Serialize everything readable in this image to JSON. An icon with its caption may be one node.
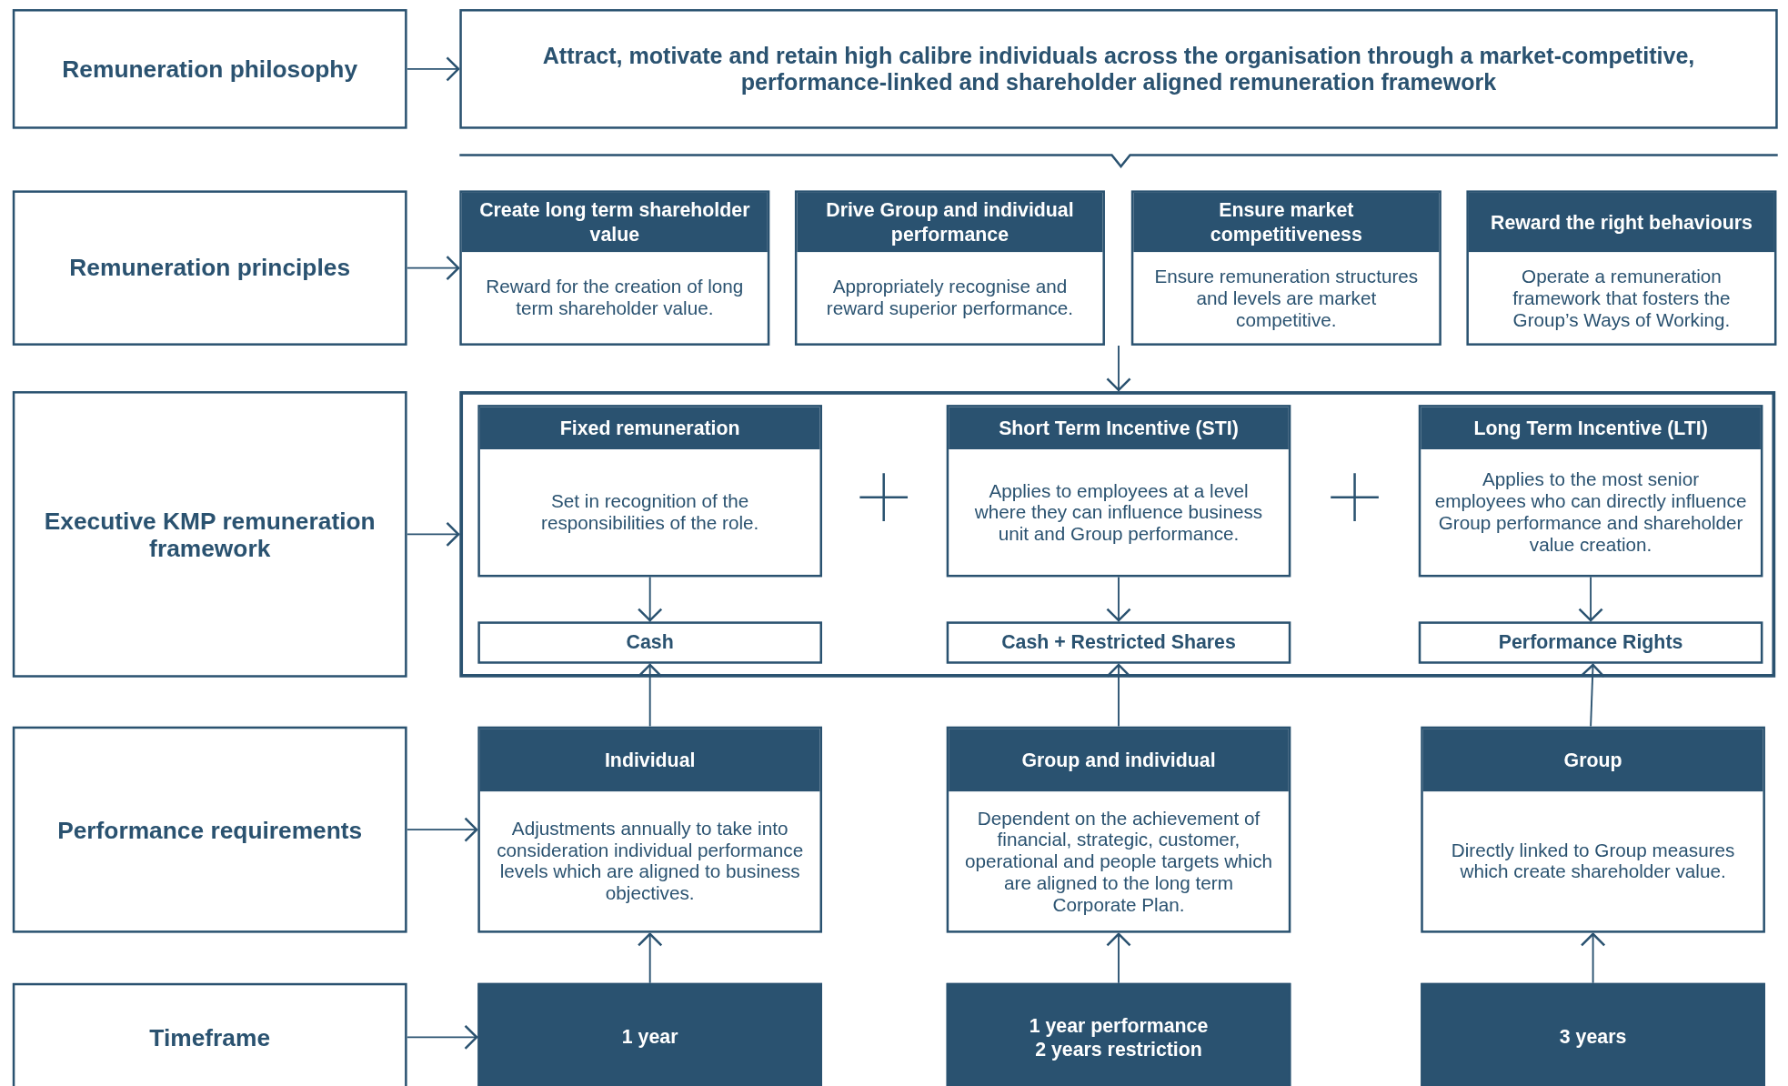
{
  "diagram": {
    "nodes": [
      {
        "text": [
          "Remuneration philosophy"
        ]
      },
      {
        "text": [
          "Attract, motivate and retain high calibre individuals across the organisation through a market-competitive, performance-linked and shareholder aligned remuneration framework"
        ]
      },
      {
        "text": [
          "Remuneration principles"
        ]
      },
      {
        "text": [
          "Create long term shareholder value",
          "Reward for the creation of long term shareholder value."
        ]
      },
      {
        "text": [
          "Drive Group and individual performance",
          "Appropriately recognise and reward superior performance."
        ]
      },
      {
        "text": [
          "Ensure market competitiveness",
          "Ensure remuneration structures and levels are market competitive."
        ]
      },
      {
        "text": [
          "Reward the right behaviours",
          "Operate a remuneration framework that fosters the Group’s Ways of Working."
        ]
      },
      {
        "text": [
          "Executive KMP remuneration framework"
        ]
      },
      {
        "text": [],
        "shape": "box"
      },
      {
        "text": [
          "Fixed remuneration",
          "Set in recognition of the responsibilities of the role."
        ],
        "in": 8
      },
      {
        "text": [
          "Short Term Incentive (STI)",
          "Applies to employees at a level where they can influence business unit and Group performance."
        ],
        "in": 8
      },
      {
        "text": [
          "Long Term Incentive (LTI)",
          "Applies to the most senior employees who can directly influence Group performance and shareholder value creation."
        ],
        "in": 8
      },
      {
        "text": [
          "Cash"
        ],
        "in": 8
      },
      {
        "text": [
          "Cash + Restricted Shares"
        ],
        "in": 8
      },
      {
        "text": [
          "Performance Rights"
        ],
        "in": 8
      },
      {
        "text": [
          "Performance requirements"
        ]
      },
      {
        "text": [
          "Individual",
          "Adjustments annually to take into consideration individual performance levels which are aligned to business objectives."
        ]
      },
      {
        "text": [
          "Group and individual",
          "Dependent on the achievement of financial, strategic, customer, operational and people targets which are aligned to the long term Corporate Plan."
        ]
      },
      {
        "text": [
          "Group",
          "Directly linked to Group measures which create shareholder value."
        ]
      },
      {
        "text": [
          "Timeframe"
        ]
      },
      {
        "text": [
          "1 year"
        ]
      },
      {
        "text": [
          "1 year performance",
          "2 years restriction"
        ]
      },
      {
        "text": [
          "3 years"
        ]
      }
    ],
    "edges": [
      {
        "from": 0,
        "to": 1,
        "arrow": "to"
      },
      {
        "from": 2,
        "to": 3,
        "arrow": "to"
      },
      {
        "from": 5,
        "to": 8,
        "arrow": "to"
      },
      {
        "from": 7,
        "to": 8,
        "arrow": "to"
      },
      {
        "from": 9,
        "to": 12,
        "arrow": "to"
      },
      {
        "from": 10,
        "to": 13,
        "arrow": "to"
      },
      {
        "from": 11,
        "to": 14,
        "arrow": "to"
      },
      {
        "from": 16,
        "to": 12,
        "arrow": "to"
      },
      {
        "from": 17,
        "to": 13,
        "arrow": "to"
      },
      {
        "from": 18,
        "to": 14,
        "arrow": "to"
      },
      {
        "from": 15,
        "to": 16,
        "arrow": "to"
      },
      {
        "from": 20,
        "to": 16,
        "arrow": "to"
      },
      {
        "from": 21,
        "to": 17,
        "arrow": "to"
      },
      {
        "from": 22,
        "to": 18,
        "arrow": "to"
      },
      {
        "from": 19,
        "to": 20,
        "arrow": "to"
      }
    ]
  }
}
